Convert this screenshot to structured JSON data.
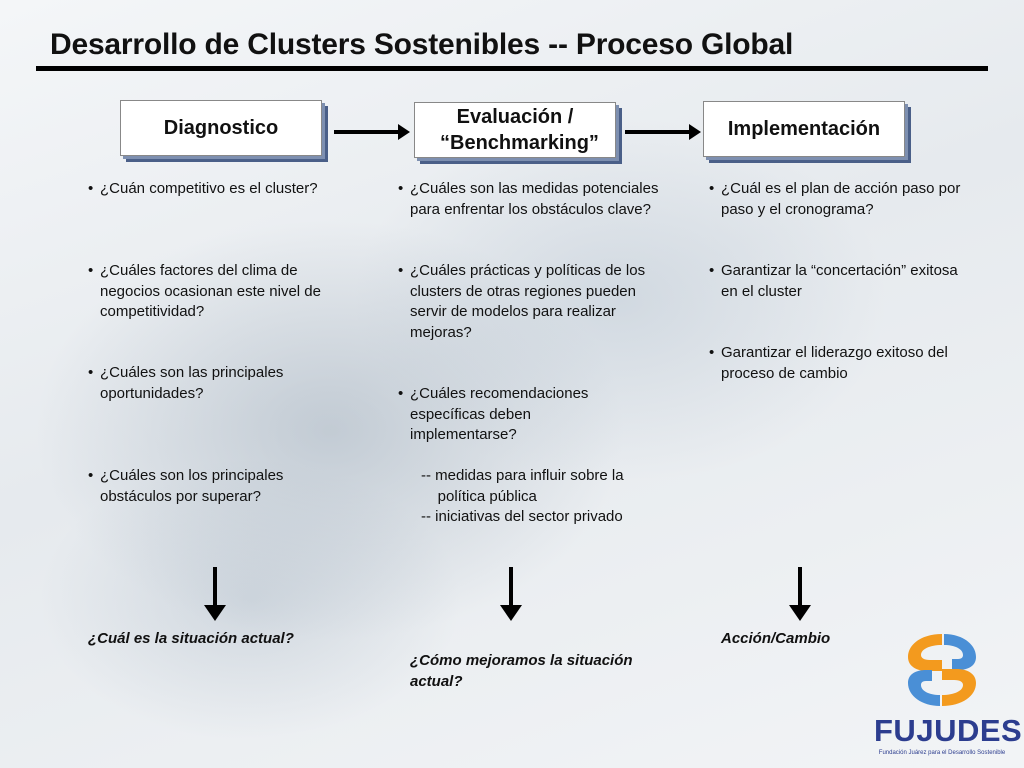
{
  "title": "Desarrollo de Clusters Sostenibles -- Proceso Global",
  "stages": [
    {
      "label": "Diagnostico",
      "items": [
        "¿Cuán competitivo es el cluster?",
        "¿Cuáles factores del clima de negocios ocasionan este nivel de competitividad?",
        "¿Cuáles son las principales oportunidades?",
        "¿Cuáles son los principales obstáculos por superar?"
      ],
      "outcome": "¿Cuál es la situación actual?"
    },
    {
      "label": "Evaluación / “Benchmarking”",
      "items": [
        "¿Cuáles son las medidas potenciales para enfrentar los obstáculos clave?",
        "¿Cuáles prácticas y políticas de los clusters de otras regiones pueden servir de modelos para realizar mejoras?",
        "¿Cuáles recomendaciones específicas deben implementarse?"
      ],
      "sub_items": [
        "-- medidas para influir sobre la\n    política pública",
        "-- iniciativas del sector privado"
      ],
      "outcome": "¿Cómo mejoramos la situación actual?"
    },
    {
      "label": "Implementación",
      "items": [
        "¿Cuál es el plan de acción paso por paso y el cronograma?",
        "Garantizar la “concertación” exitosa en el cluster",
        "Garantizar el liderazgo exitoso del proceso de cambio"
      ],
      "outcome": "Acción/Cambio"
    }
  ],
  "logo": {
    "name": "FUJUDES",
    "tagline": "Fundación Juárez para el Desarrollo Sostenible",
    "colors": {
      "orange": "#f39a1e",
      "blue": "#4a8fd6",
      "text": "#2c3d8f"
    }
  }
}
